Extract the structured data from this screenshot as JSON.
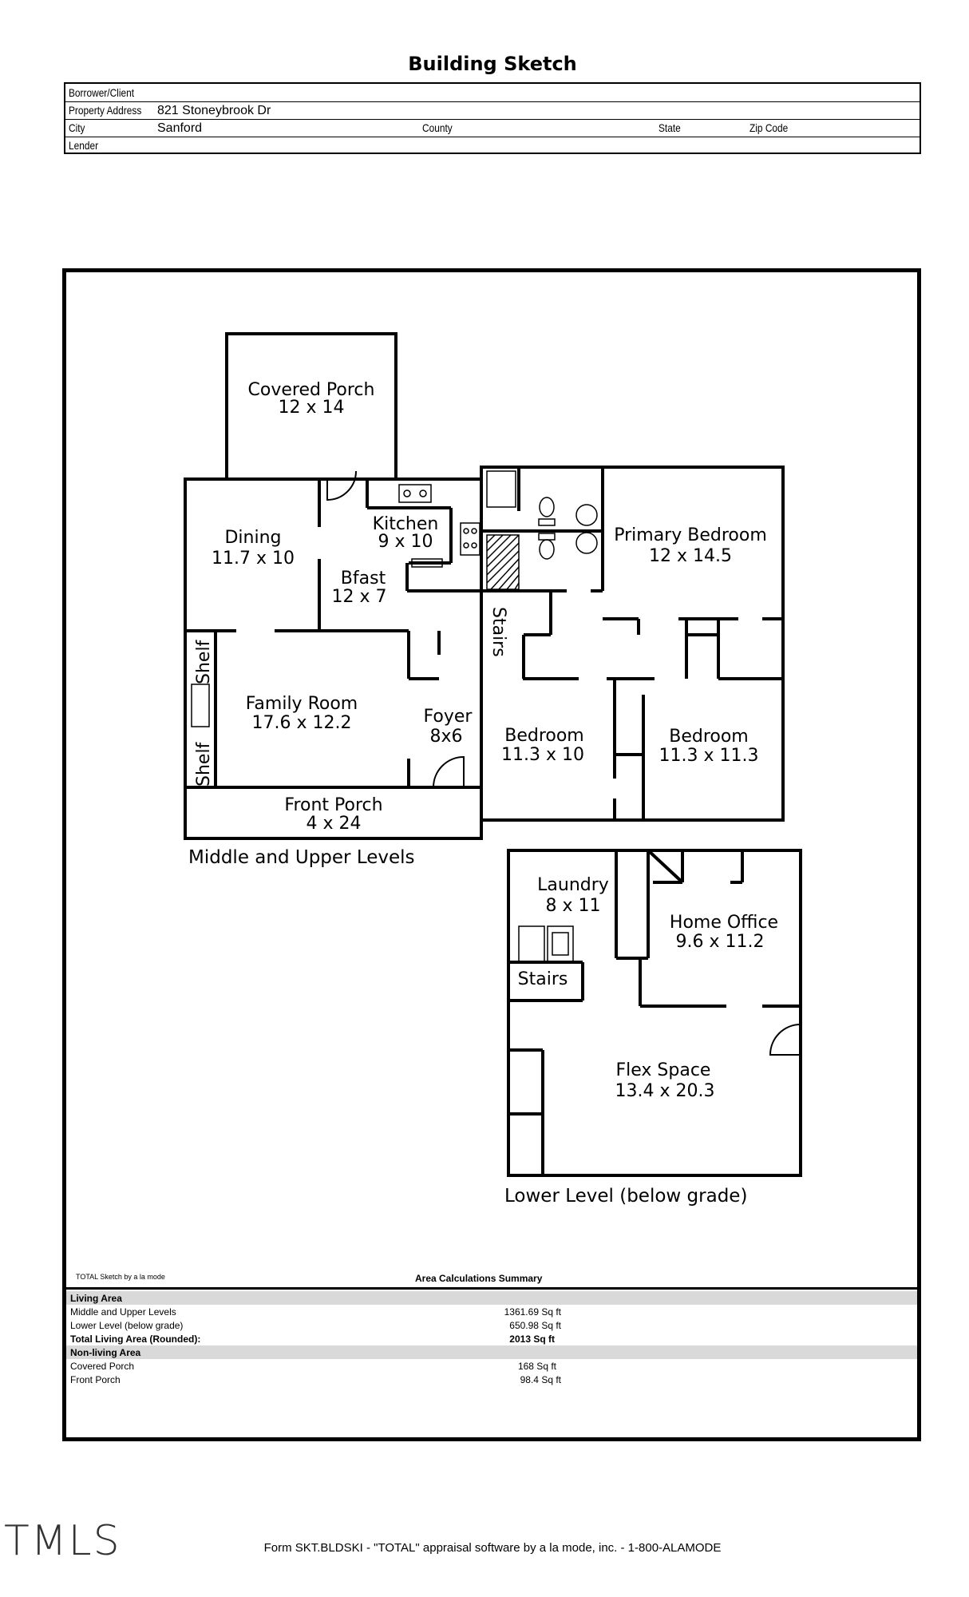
{
  "title": "Building Sketch",
  "header": {
    "borrower_label": "Borrower/Client",
    "borrower_value": "",
    "address_label": "Property Address",
    "address_value": "821 Stoneybrook Dr",
    "city_label": "City",
    "city_value": "Sanford",
    "county_label": "County",
    "state_label": "State",
    "zip_label": "Zip Code",
    "lender_label": "Lender"
  },
  "plan": {
    "rooms": [
      {
        "name": "Covered Porch",
        "dims": "12 x 14"
      },
      {
        "name": "Dining",
        "dims": "11.7 x 10"
      },
      {
        "name": "Kitchen",
        "dims": "9 x 10"
      },
      {
        "name": "Bfast",
        "dims": "12 x 7"
      },
      {
        "name": "Primary Bedroom",
        "dims": "12 x 14.5"
      },
      {
        "name": "Family Room",
        "dims": "17.6 x 12.2"
      },
      {
        "name": "Foyer",
        "dims": "8x6"
      },
      {
        "name": "Bedroom",
        "dims": "11.3 x 10"
      },
      {
        "name": "Bedroom",
        "dims": "11.3 x 11.3"
      },
      {
        "name": "Front Porch",
        "dims": "4 x 24"
      },
      {
        "name": "Laundry",
        "dims": "8 x 11"
      },
      {
        "name": "Home Office",
        "dims": "9.6 x 11.2"
      },
      {
        "name": "Flex Space",
        "dims": "13.4 x 20.3"
      }
    ],
    "stairs_upper": "Stairs",
    "stairs_lower": "Stairs",
    "shelf_1": "Shelf",
    "shelf_2": "Shelf",
    "level_upper": "Middle and Upper Levels",
    "level_lower": "Lower Level (below grade)"
  },
  "area": {
    "credit": "TOTAL Sketch by a la mode",
    "title": "Area Calculations Summary",
    "living_header": "Living Area",
    "rows_living": [
      {
        "name": "Middle and Upper Levels",
        "value": "1361.69 Sq ft"
      },
      {
        "name": "Lower Level (below grade)",
        "value": "650.98 Sq ft"
      }
    ],
    "total_name": "Total Living Area (Rounded):",
    "total_value": "2013 Sq ft",
    "nonliving_header": "Non-living Area",
    "rows_nonliving": [
      {
        "name": "Covered Porch",
        "value": "168 Sq ft"
      },
      {
        "name": "Front Porch",
        "value": "98.4 Sq ft"
      }
    ]
  },
  "logo_text": "TMLS",
  "footer": "Form SKT.BLDSKI - \"TOTAL\" appraisal software by a la mode, inc. - 1-800-ALAMODE"
}
